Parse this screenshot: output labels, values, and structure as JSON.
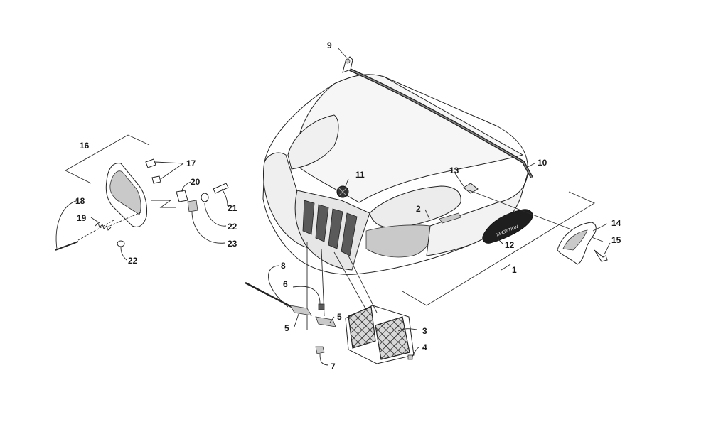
{
  "labels": {
    "l1": "1",
    "l2": "2",
    "l3": "3",
    "l4": "4",
    "l5a": "5",
    "l5b": "5",
    "l6": "6",
    "l7": "7",
    "l8": "8",
    "l9": "9",
    "l10": "10",
    "l11": "11",
    "l12": "12",
    "l13": "13",
    "l14": "14",
    "l15": "15",
    "l16": "16",
    "l17": "17",
    "l18": "18",
    "l19": "19",
    "l20": "20",
    "l21": "21",
    "l22a": "22",
    "l22b": "22",
    "l23": "23"
  },
  "decal": {
    "brand_text": "XPEDITION"
  },
  "colors": {
    "line": "#2a2a2a",
    "shade": "#c9c9c9",
    "dark": "#5a5a5a"
  }
}
